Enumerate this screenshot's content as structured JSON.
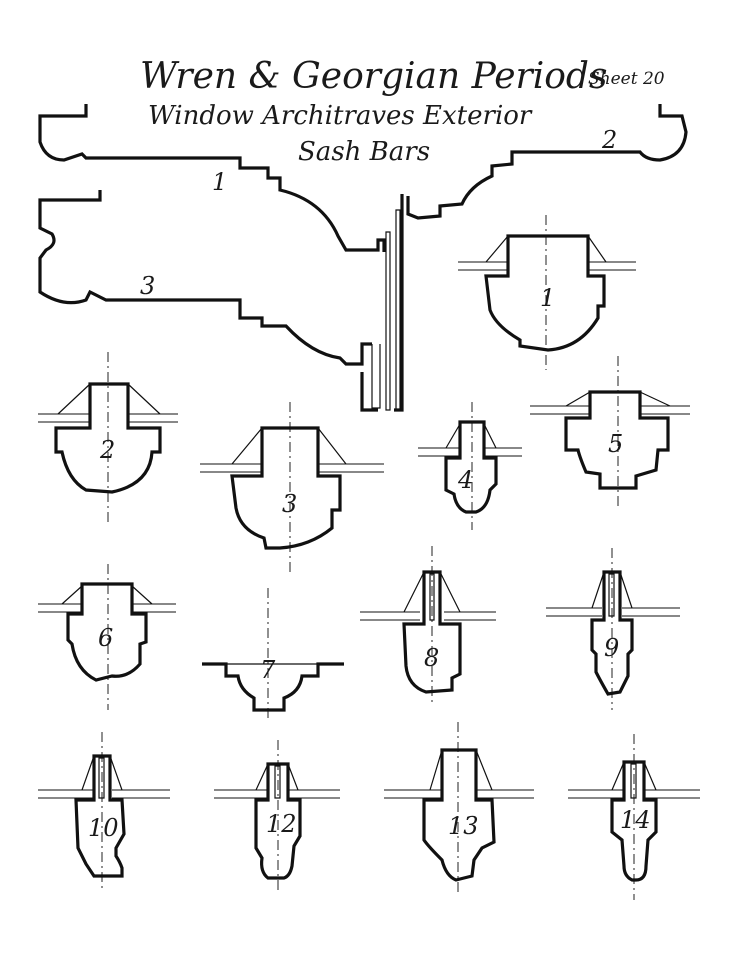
{
  "header": {
    "title": "Wren & Georgian Periods",
    "sheet": "Sheet 20",
    "line2": "Window Architraves Exterior",
    "line3": "Sash Bars"
  },
  "architraves": [
    {
      "label": "1"
    },
    {
      "label": "2"
    },
    {
      "label": "3"
    }
  ],
  "sash_bars": [
    {
      "label": "1"
    },
    {
      "label": "2"
    },
    {
      "label": "3"
    },
    {
      "label": "4"
    },
    {
      "label": "5"
    },
    {
      "label": "6"
    },
    {
      "label": "7"
    },
    {
      "label": "8"
    },
    {
      "label": "9"
    },
    {
      "label": "10"
    },
    {
      "label": "12"
    },
    {
      "label": "13"
    },
    {
      "label": "14"
    }
  ]
}
